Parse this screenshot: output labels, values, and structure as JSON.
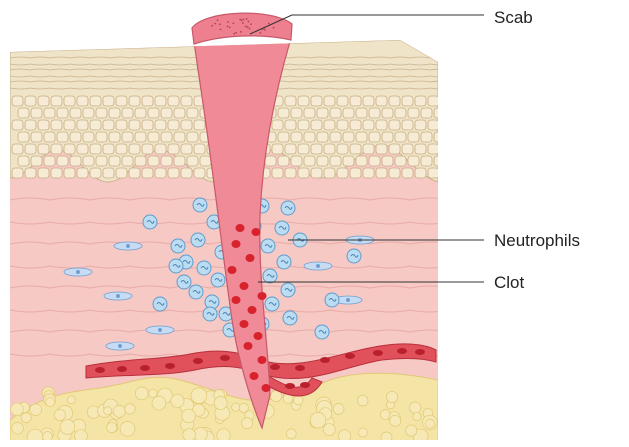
{
  "labels": {
    "scab": "Scab",
    "neutrophils": "Neutrophils",
    "clot": "Clot"
  },
  "colors": {
    "epidermis_top": "#efe4c8",
    "epidermis_cells": "#f6ecd6",
    "dermis": "#f6c9c5",
    "dermis_line": "#e9aaa6",
    "clot": "#f08a96",
    "clot_dark": "#d96a78",
    "blood_cell": "#d8232e",
    "vessel": "#e0515c",
    "neutrophil_fill": "#bcdcf1",
    "neutrophil_stroke": "#5e9ccc",
    "fat": "#f4e4a6",
    "fat_stroke": "#e0c874",
    "fibroblast": "#9fc0e6",
    "leader_line": "#333333"
  }
}
